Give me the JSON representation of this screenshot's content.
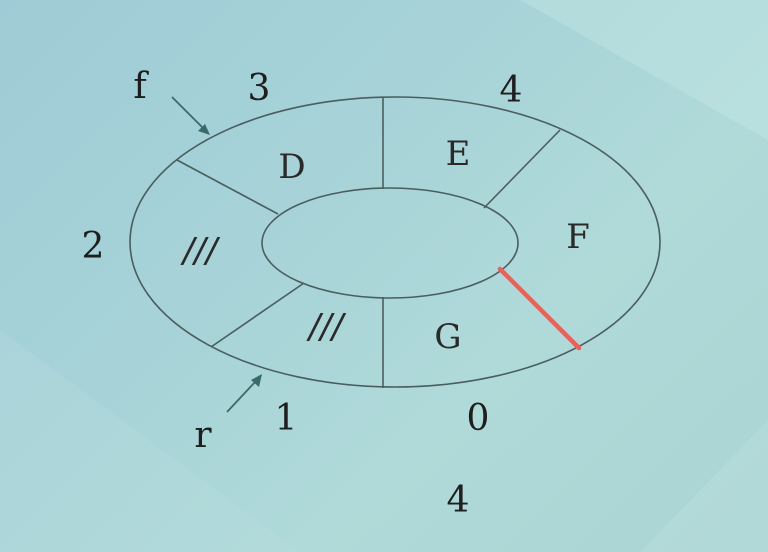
{
  "diagram": {
    "cells": {
      "top_left": "D",
      "top_right": "E",
      "right": "F",
      "bottom_right": "G",
      "bottom_left": "///",
      "left": "///"
    },
    "indices": {
      "top_left": "3",
      "top_right": "4",
      "left": "2",
      "bottom_left": "1",
      "bottom_right": "0",
      "below": "4"
    },
    "pointers": {
      "front": "f",
      "rear": "r"
    },
    "colors": {
      "background": "#a6d2d8",
      "ring_stroke": "#4a5e5e",
      "highlight": "#e8615a",
      "text": "#1e1e1e"
    }
  }
}
